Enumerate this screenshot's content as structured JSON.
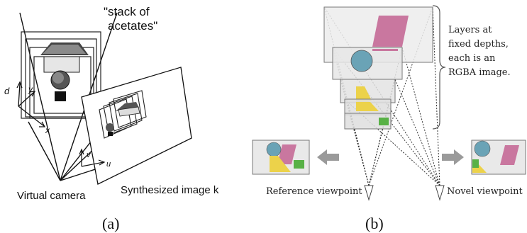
{
  "panel_a": {
    "stack_label_line1": "\"stack of",
    "stack_label_line2": "acetates\"",
    "axis_d": "d",
    "axis_y": "y",
    "axis_x": "x",
    "axis_v": "v",
    "axis_u": "u",
    "virtual_camera": "Virtual camera",
    "synthesized_image": "Synthesized  image k",
    "caption": "(a)"
  },
  "panel_b": {
    "note_line1": "Layers at",
    "note_line2": "fixed depths,",
    "note_line3": "each is an",
    "note_line4": "RGBA image.",
    "reference_viewpoint": "Reference viewpoint",
    "novel_viewpoint": "Novel viewpoint",
    "caption": "(b)"
  },
  "colors": {
    "pink": "#c9779f",
    "teal": "#6aa3b6",
    "yellow": "#ecd24a",
    "green": "#58b146",
    "panel_gray": "#e9e9e9",
    "arrow_gray": "#9a9a9a"
  }
}
